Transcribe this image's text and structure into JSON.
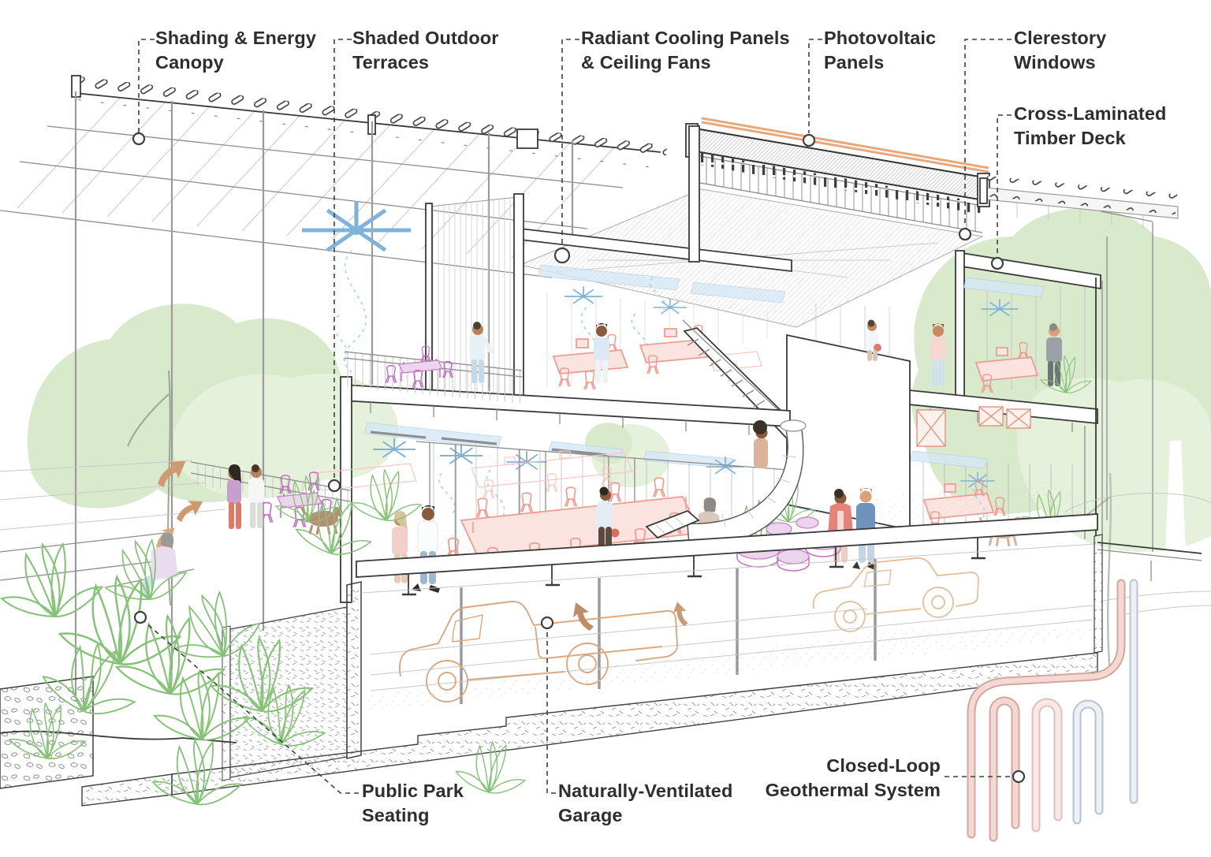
{
  "diagram": {
    "type": "architectural-section-axonometric",
    "title": "Sustainable building section diagram",
    "labels": {
      "shading_canopy": {
        "line1": "Shading & Energy",
        "line2": "Canopy"
      },
      "shaded_terraces": {
        "line1": "Shaded Outdoor",
        "line2": "Terraces"
      },
      "radiant_cooling": {
        "line1": "Radiant Cooling Panels",
        "line2": "& Ceiling Fans"
      },
      "photovoltaic": {
        "line1": "Photovoltaic",
        "line2": "Panels"
      },
      "clerestory": {
        "line1": "Clerestory",
        "line2": "Windows"
      },
      "clt_deck": {
        "line1": "Cross-Laminated",
        "line2": "Timber Deck"
      },
      "public_park": {
        "line1": "Public Park",
        "line2": "Seating"
      },
      "garage": {
        "line1": "Naturally-Ventilated",
        "line2": "Garage"
      },
      "geothermal": {
        "line1": "Closed-Loop",
        "line2": "Geothermal System"
      }
    },
    "features": [
      "Shading & Energy Canopy",
      "Shaded Outdoor Terraces",
      "Radiant Cooling Panels & Ceiling Fans",
      "Photovoltaic Panels",
      "Clerestory Windows",
      "Cross-Laminated Timber Deck",
      "Public Park Seating",
      "Naturally-Ventilated Garage",
      "Closed-Loop Geothermal System"
    ],
    "colors": {
      "label_text": "#2e2e2e",
      "leader_line": "#3f3f3f",
      "pv_orange": "#e8a87c",
      "furniture_pink": "#ee9d94",
      "terrace_purple": "#c06ec0",
      "pouf_lilac": "#e9d7ee",
      "fan_blue": "#7fb3da",
      "airflow_blue": "#a9d4ec",
      "vegetation_green": "#d8e9cc",
      "leaf_green": "#85c277",
      "car_orange": "#dba77e",
      "geothermal_warm": "#f6d7d1",
      "geothermal_cool": "#ecf1f6"
    }
  }
}
